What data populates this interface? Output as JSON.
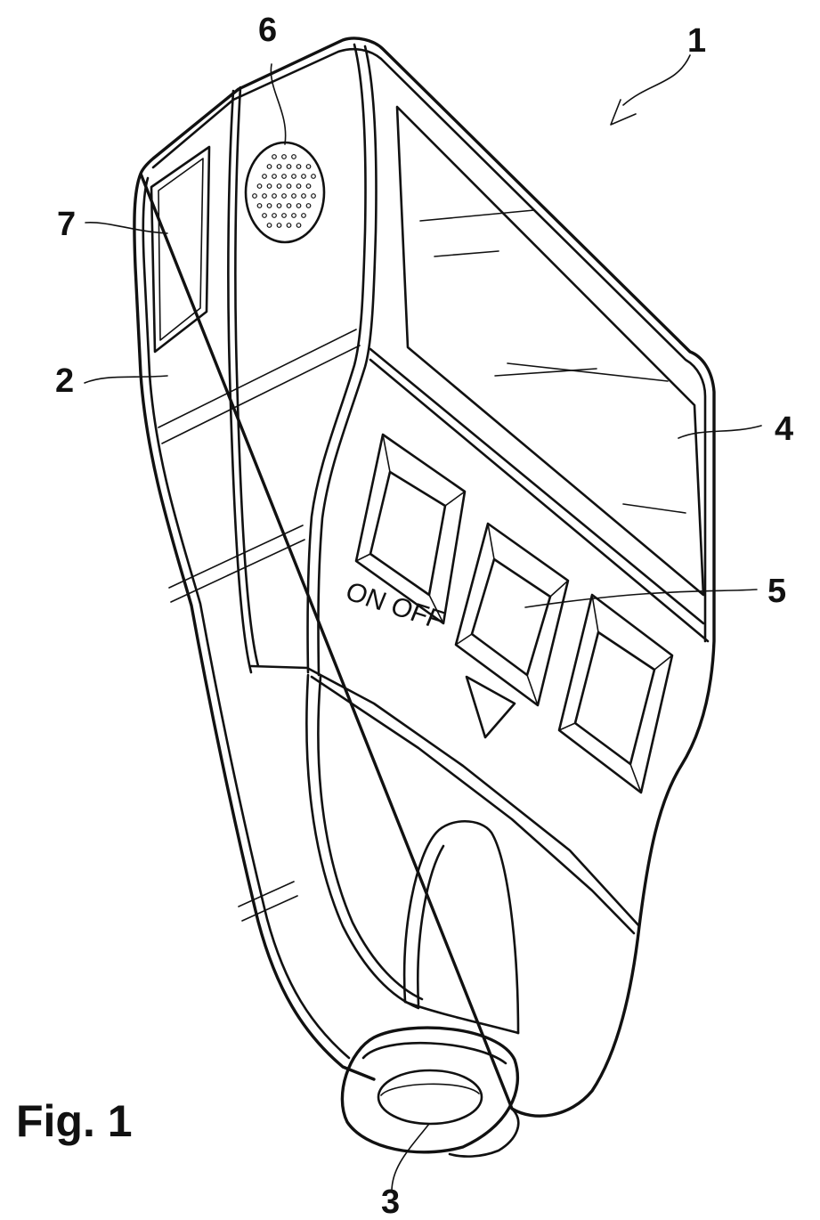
{
  "figure_label": "Fig. 1",
  "button_labels": {
    "on_off": "ON OFF"
  },
  "reference_numerals": {
    "device": "1",
    "housing": "2",
    "sensor_head": "3",
    "display": "4",
    "buttons": "5",
    "speaker": "6",
    "window": "7"
  }
}
